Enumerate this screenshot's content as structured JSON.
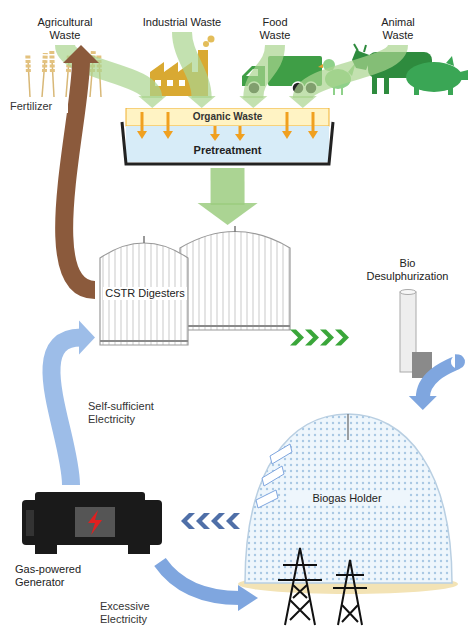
{
  "diagram": {
    "nodes": [
      {
        "text": [
          "Agricultural Waste"
        ]
      },
      {
        "text": [
          "Industrial Waste"
        ]
      },
      {
        "text": [
          "Food Waste"
        ]
      },
      {
        "text": [
          "Animal Waste"
        ]
      },
      {
        "text": [
          "Organic Waste",
          "Pretreatment"
        ]
      },
      {
        "text": [
          "CSTR Digesters"
        ]
      },
      {
        "text": [
          "Bio Desulphurization"
        ]
      },
      {
        "text": [
          "Biogas Holder"
        ]
      },
      {
        "text": [
          "Gas-powered Generator"
        ]
      }
    ],
    "edges": [
      {
        "from": 0,
        "to": 4,
        "arrow": "to"
      },
      {
        "from": 1,
        "to": 4,
        "arrow": "to"
      },
      {
        "from": 2,
        "to": 4,
        "arrow": "to"
      },
      {
        "from": 3,
        "to": 4,
        "arrow": "to"
      },
      {
        "from": 4,
        "to": 5,
        "arrow": "to"
      },
      {
        "from": 5,
        "to": 6,
        "arrow": "to"
      },
      {
        "from": 6,
        "to": 7,
        "arrow": "to"
      },
      {
        "from": 7,
        "to": 8,
        "arrow": "to"
      },
      {
        "from": 8,
        "to": 5,
        "label": "Self-sufficient Electricity",
        "arrow": "to"
      },
      {
        "from": 5,
        "to": 0,
        "label": "Fertilizer",
        "arrow": "to"
      }
    ],
    "labels": [
      "Excessive Electricity"
    ]
  }
}
